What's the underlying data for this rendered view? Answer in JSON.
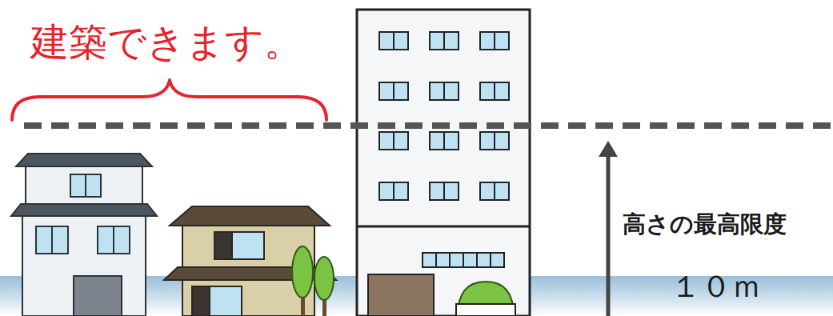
{
  "diagram": {
    "labels": [
      "建築できます。",
      "高さの最高限度",
      "１０ｍ"
    ]
  }
}
